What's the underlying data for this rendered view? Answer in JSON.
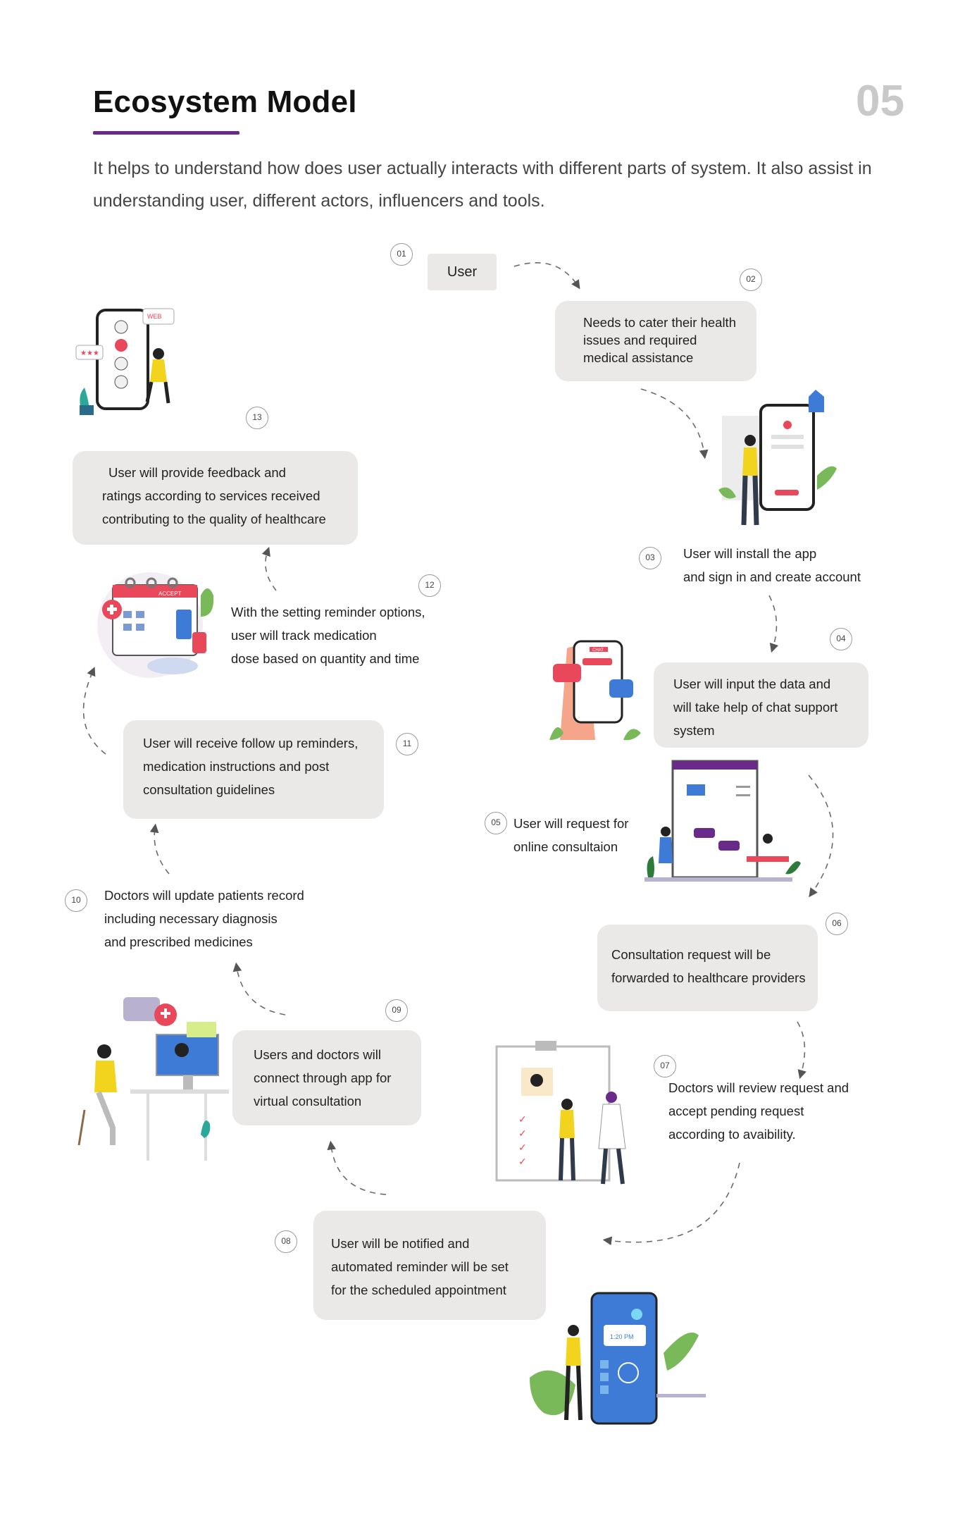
{
  "header": {
    "title": "Ecosystem Model",
    "page_number": "05",
    "intro": "It helps to understand how does user actually interacts with different parts of system. It also assist in understanding user, different actors, influencers and tools."
  },
  "steps": [
    {
      "badge": "01",
      "lines": [
        "User"
      ]
    },
    {
      "badge": "02",
      "lines": [
        "Needs to cater their health",
        "issues  and required",
        "medical assistance"
      ]
    },
    {
      "badge": "03",
      "lines": [
        "User will install the app",
        "and sign in and create account"
      ]
    },
    {
      "badge": "04",
      "lines": [
        "User will input the data and",
        "will take help of chat support",
        "system"
      ]
    },
    {
      "badge": "05",
      "lines": [
        "User will request for",
        "online consultaion"
      ]
    },
    {
      "badge": "06",
      "lines": [
        "Consultation request will be",
        "forwarded to healthcare providers"
      ]
    },
    {
      "badge": "07",
      "lines": [
        "Doctors will review request and",
        "accept pending request",
        "according to avaibility."
      ]
    },
    {
      "badge": "08",
      "lines": [
        "User will be notified and",
        "automated reminder will be set",
        "for the scheduled appointment"
      ]
    },
    {
      "badge": "09",
      "lines": [
        "Users and doctors will",
        "connect  through app for",
        "virtual consultation"
      ]
    },
    {
      "badge": "10",
      "lines": [
        "Doctors will update patients record",
        "including necessary diagnosis",
        "and prescribed medicines"
      ]
    },
    {
      "badge": "11",
      "lines": [
        "User will receive follow up reminders,",
        "medication instructions and post",
        "consultation guidelines"
      ]
    },
    {
      "badge": "12",
      "lines": [
        "With the setting reminder options,",
        "user will track medication",
        "dose based on quantity and time"
      ]
    },
    {
      "badge": "13",
      "lines": [
        "User will provide feedback and",
        "ratings according to services received",
        "contributing to the quality of healthcare"
      ]
    }
  ],
  "illustrations": {
    "feedback_chat": "WEB",
    "calendar_day": "ACCEPT",
    "notification_time": "1:20 PM",
    "phone_header": "CHAT"
  },
  "colors": {
    "accent": "#6a2a8a",
    "box_bg": "#ebe8e8",
    "page_number": "#c9c9c9",
    "illus_yellow": "#f2d41f",
    "illus_blue": "#3e7bd6",
    "illus_red": "#e8485a",
    "illus_green": "#79b95a"
  }
}
